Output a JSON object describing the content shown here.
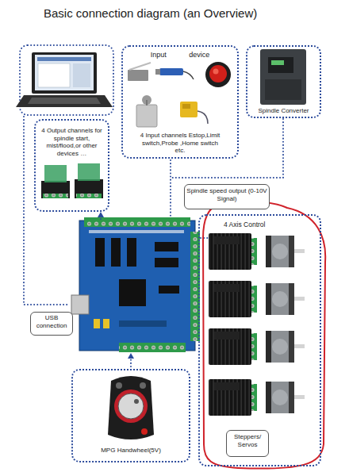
{
  "diagram": {
    "title": "Basic connection diagram (an Overview)",
    "nodes": [
      {
        "text": [
          "Input device",
          "4 Input channels Estop,Limit switch,Probe ,Home switch etc."
        ]
      },
      {
        "text": [
          "Spindle Converter"
        ]
      },
      {
        "text": [
          "4 Output channels for spindle start, mist/flood,or other devices …"
        ]
      },
      {
        "text": [
          "Spindle speed output (0-10V Signal)"
        ]
      },
      {
        "text": [
          "4 Axis Control"
        ]
      },
      {
        "text": [
          "Steppers/ Servos"
        ],
        "in": 4
      },
      {
        "text": [
          "USB connection"
        ]
      },
      {
        "text": [
          "MPG Handwheel(5V)"
        ]
      }
    ]
  }
}
